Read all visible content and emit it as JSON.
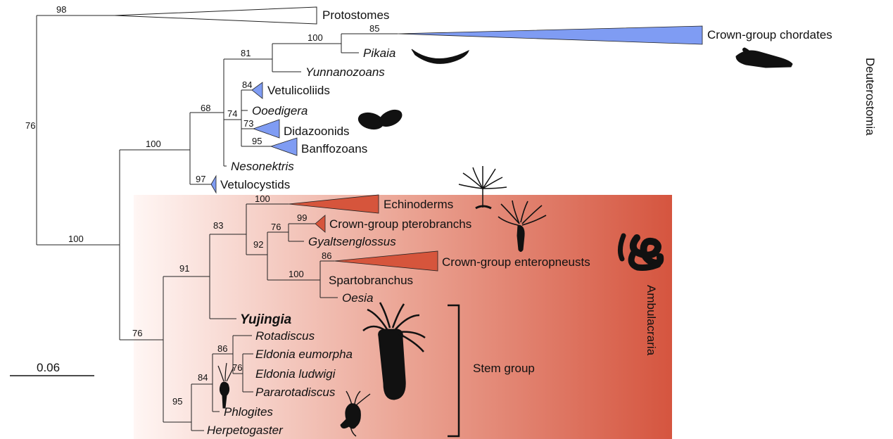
{
  "colors": {
    "panel_start": "#fff6f4",
    "panel_end": "#d5553f",
    "clade_blue": "#7f9cf3",
    "clade_red": "#d6553c"
  },
  "groups": {
    "deuterostomia": "Deuterostomia",
    "ambulacraria": "Ambulacraria",
    "stem_group": "Stem group"
  },
  "scale_bar": "0.06",
  "taxa": {
    "protostomes": "Protostomes",
    "crown_chordates": "Crown-group chordates",
    "pikaia": "Pikaia",
    "yunnanozoans": "Yunnanozoans",
    "vetulicoliids": "Vetulicoliids",
    "ooedigera": "Ooedigera",
    "didazoonids": "Didazoonids",
    "banffozoans": "Banffozoans",
    "nesonektris": "Nesonektris",
    "vetulocystids": "Vetulocystids",
    "echinoderms": "Echinoderms",
    "crown_pterobranchs": "Crown-group pterobranchs",
    "gyaltsenglossus": "Gyaltsenglossus",
    "crown_enteropneusts": "Crown-group enteropneusts",
    "spartobranchus": "Spartobranchus",
    "oesia": "Oesia",
    "yujingia": "Yujingia",
    "rotadiscus": "Rotadiscus",
    "eldonia_eumorpha": "Eldonia eumorpha",
    "eldonia_ludwigi": "Eldonia ludwigi",
    "pararotadiscus": "Pararotadiscus",
    "phlogites": "Phlogites",
    "herpetogaster": "Herpetogaster"
  },
  "support": {
    "root_protostomes": "98",
    "deut_stem": "76",
    "deuterostomes": "100",
    "chordates_pikaia": "100",
    "crown_chordates": "85",
    "chordate_yunnan": "81",
    "vetulicolians": "68",
    "vetulicolia_core": "74",
    "vetulicoliids": "84",
    "didazoonids": "73",
    "banffozoans": "95",
    "deut_core": "100",
    "vetulocystids": "97",
    "ambulacraria": "76",
    "crown_amb_yujingia": "91",
    "crown_amb": "83",
    "echinoderms": "100",
    "hemichordates": "92",
    "pterobranch_gyalt": "76",
    "crown_pterobranchs": "99",
    "enteropneust_clade": "100",
    "crown_enteropneusts": "86",
    "stem_amb": "95",
    "eldonioids": "84",
    "rotadiscus_clade": "86",
    "eldonia_pararota": "76"
  }
}
